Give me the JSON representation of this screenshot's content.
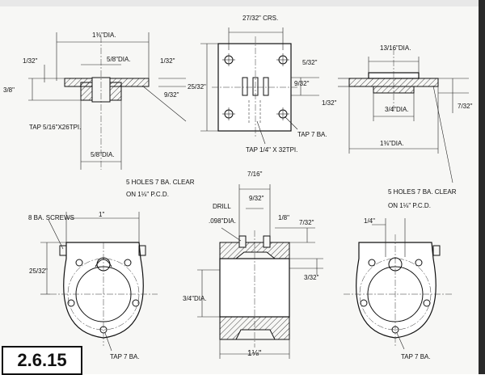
{
  "figure_label": "2.6.15",
  "top_left": {
    "dia_main": "1⅜\"DIA.",
    "dia_boss": "5/8\"DIA.",
    "dim_1_32": "1/32\"",
    "dim_1_32b": "1/32\"",
    "dim_3_8": "3/8\"",
    "dim_9_32": "9/32\"",
    "tap": "TAP 5/16\"X26TPI.",
    "dia_bottom": "5/8\"DIA.",
    "holes_note_1": "5 HOLES 7 BA. CLEAR",
    "holes_note_2": "ON 1⅛\" P.C.D."
  },
  "top_mid": {
    "crs": "27/32\" CRS.",
    "dim_25_32": "25/32\"",
    "dim_5_32": "5/32\"",
    "dim_9_32": "9/32\"",
    "tap7": "TAP 7 BA.",
    "tap_quarter": "TAP 1/4\" X 32TPI."
  },
  "top_right": {
    "dia_13_16": "13/16\"DIA.",
    "dim_1_32": "1/32\"",
    "dia_3_4": "3/4\"DIA.",
    "dim_7_32": "7/32\"",
    "dia_1_3_8": "1⅜\"DIA.",
    "holes_note_1": "5 HOLES 7 BA. CLEAR",
    "holes_note_2": "ON 1⅛\" P.C.D."
  },
  "bottom_left": {
    "screws": "8 BA. SCREWS",
    "dim_1": "1\"",
    "dim_25_32": "25/32\"",
    "tap7": "TAP 7 BA."
  },
  "bottom_mid": {
    "dim_7_16": "7/16\"",
    "drill": "DRILL",
    "drill_dia": ".098\"DIA.",
    "dim_9_32": "9/32\"",
    "dim_1_8": "1/8\"",
    "dim_7_32": "7/32\"",
    "dim_3_32": "3/32\"",
    "dia_3_4": "3/4\"DIA.",
    "dim_1_1_8": "1⅛\""
  },
  "bottom_right": {
    "dim_1_4": "1/4\"",
    "tap7": "TAP 7 BA."
  }
}
